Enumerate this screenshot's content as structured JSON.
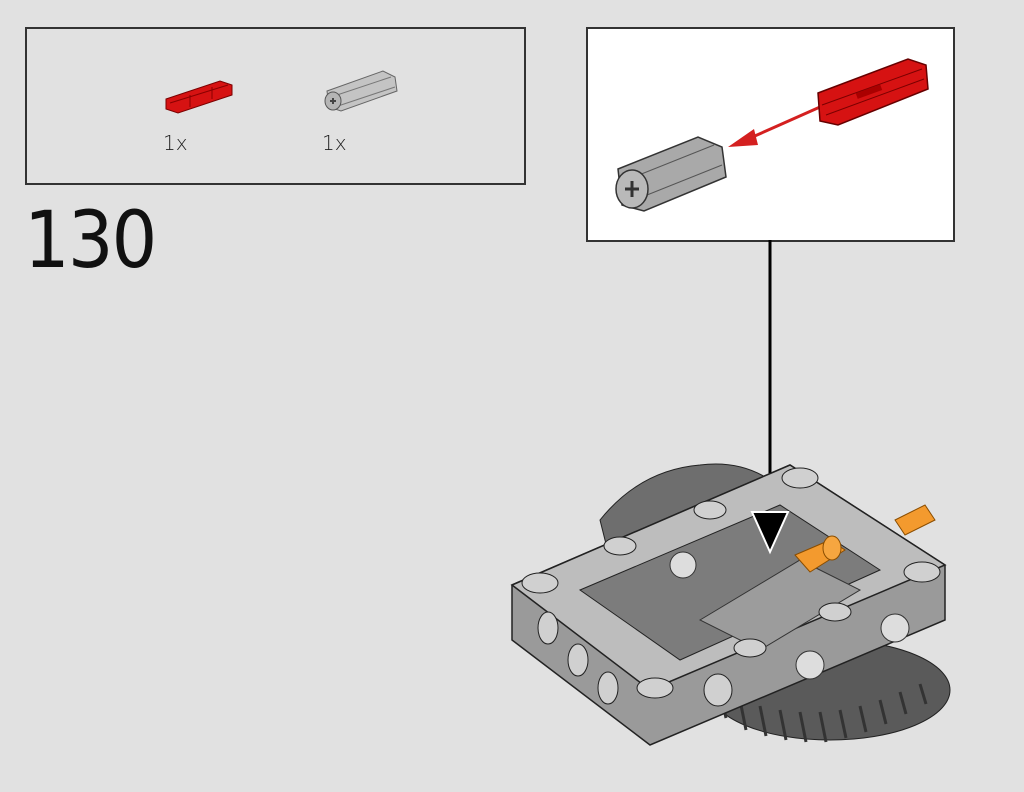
{
  "step_number": "130",
  "parts_list": [
    {
      "part": "red-axle-connector",
      "quantity": "1x",
      "color": "#d01010"
    },
    {
      "part": "gray-hex-axle-connector",
      "quantity": "1x",
      "color": "#a8a8a8"
    }
  ],
  "colors": {
    "background": "#e1e1e1",
    "arrow_red": "#d42020",
    "accent_orange": "#f39a2e"
  }
}
